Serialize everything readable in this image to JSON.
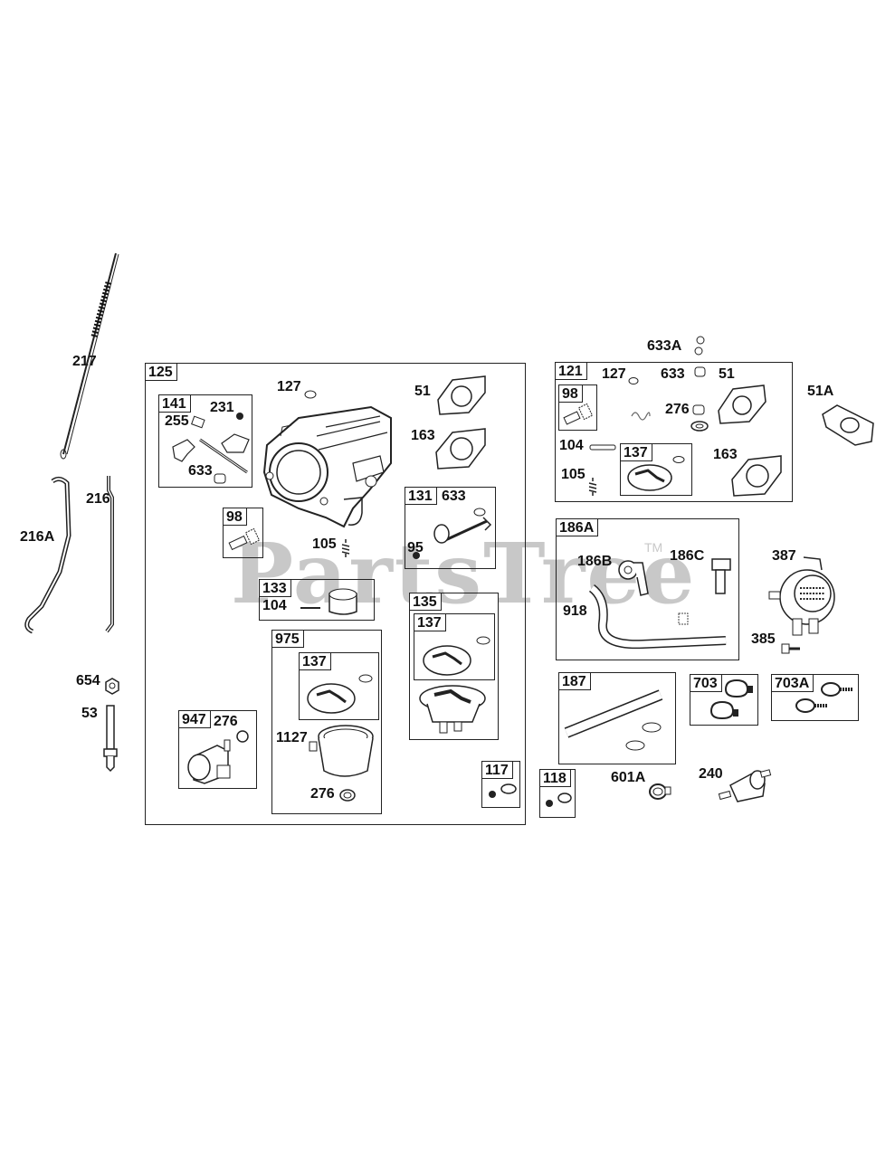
{
  "watermark": {
    "text": "PartsTree",
    "tm": "TM"
  },
  "groups": {
    "g125": "125",
    "g141": "141",
    "g98a": "98",
    "g133": "133",
    "g131": "131",
    "g135": "135",
    "g137a": "137",
    "g975": "975",
    "g137b": "137",
    "g947": "947",
    "g117": "117",
    "g121": "121",
    "g98b": "98",
    "g137c": "137",
    "g186A": "186A",
    "g187": "187",
    "g703": "703",
    "g703A": "703A",
    "g118": "118"
  },
  "labels": {
    "p217": "217",
    "p216A": "216A",
    "p216": "216",
    "p654": "654",
    "p53": "53",
    "p127a": "127",
    "p231": "231",
    "p255": "255",
    "p633a": "633",
    "p51a": "51",
    "p163a": "163",
    "p105a": "105",
    "p104a": "104",
    "p633b": "633",
    "p95": "95",
    "p1127": "1127",
    "p276a": "276",
    "p276b": "276",
    "p633A": "633A",
    "p127b": "127",
    "p633c": "633",
    "p51b": "51",
    "p276c": "276",
    "p104b": "104",
    "p105b": "105",
    "p163b": "163",
    "p51A": "51A",
    "p186B": "186B",
    "p186C": "186C",
    "p918": "918",
    "p387": "387",
    "p385": "385",
    "p601A": "601A",
    "p240": "240"
  }
}
